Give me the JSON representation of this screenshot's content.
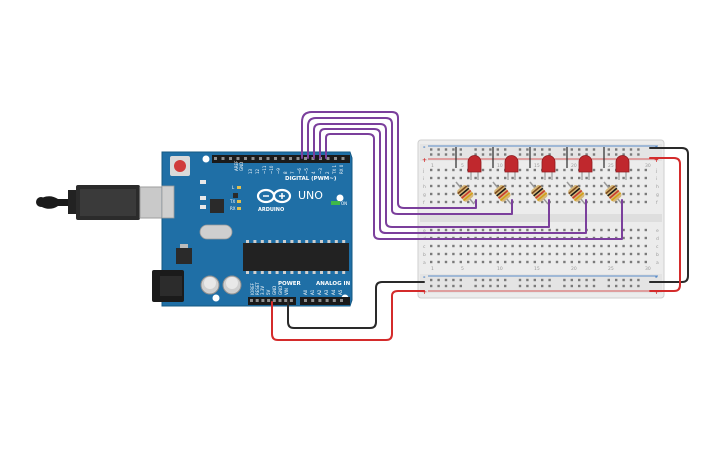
{
  "board": {
    "brand": "ARDUINO",
    "model": "UNO",
    "digital_label": "DIGITAL (PWM~)",
    "power_label": "POWER",
    "analog_label": "ANALOG IN",
    "on_label": "ON",
    "tx_label": "TX",
    "rx_label": "RX",
    "l_label": "L",
    "aref_label": "AREF",
    "gnd_label": "GND",
    "ioref_label": "IOREF",
    "reset_label": "RESET",
    "v33_label": "3.3V",
    "v5_label": "5V",
    "vin_label": "VIN",
    "analog_pins": [
      "A0",
      "A1",
      "A2",
      "A3",
      "A4",
      "A5"
    ],
    "digital_pins": [
      "13",
      "12",
      "~11",
      "~10",
      "~9",
      "8",
      "7",
      "~6",
      "~5",
      "4",
      "~3",
      "2",
      "TX 1",
      "RX 0"
    ]
  },
  "breadboard": {
    "rail_plus": "+",
    "rail_minus": "-",
    "row_letters_top": [
      "j",
      "i",
      "h",
      "g",
      "f"
    ],
    "row_letters_bottom": [
      "e",
      "d",
      "c",
      "b",
      "a"
    ],
    "column_numbers": [
      "1",
      "5",
      "10",
      "15",
      "20",
      "25",
      "30"
    ]
  },
  "components": {
    "led_count": 5,
    "resistor_count": 5,
    "led_color": "#c0282d",
    "wire_signal_color": "#7b3f9c",
    "wire_power_color": "#d42b2b",
    "wire_ground_color": "#2a2a2a"
  }
}
